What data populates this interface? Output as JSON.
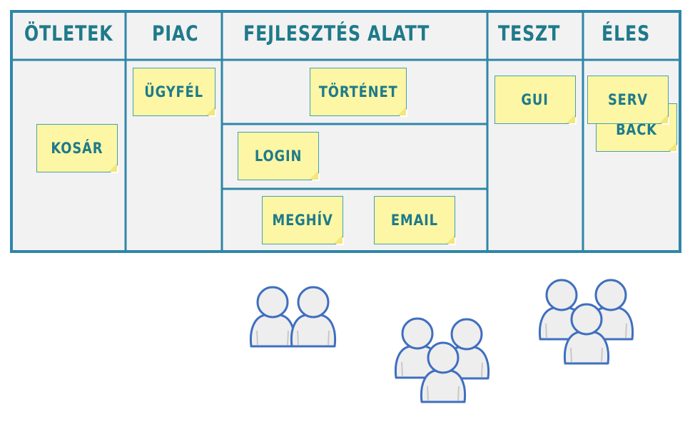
{
  "columns": [
    {
      "name": "ÖTLETEK"
    },
    {
      "name": "PIAC"
    },
    {
      "name": "FEJLESZTÉS ALATT"
    },
    {
      "name": "TESZT"
    },
    {
      "name": "ÉLES"
    }
  ],
  "cards": {
    "kosar": "KOSÁR",
    "ugyfel": "ÜGYFÉL",
    "tortenet": "TÖRTÉNET",
    "login": "LOGIN",
    "meghiv": "MEGHÍV",
    "email": "EMAIL",
    "gui": "GUI",
    "back": "BACK",
    "serv": "SERV"
  },
  "colors": {
    "board_border": "#2e86a8",
    "board_fill": "#f2f2f2",
    "text": "#1f7a8a",
    "note_fill": "#fdf6a4",
    "person_fill": "#eeeeee",
    "person_stroke": "#3f6fbf"
  }
}
